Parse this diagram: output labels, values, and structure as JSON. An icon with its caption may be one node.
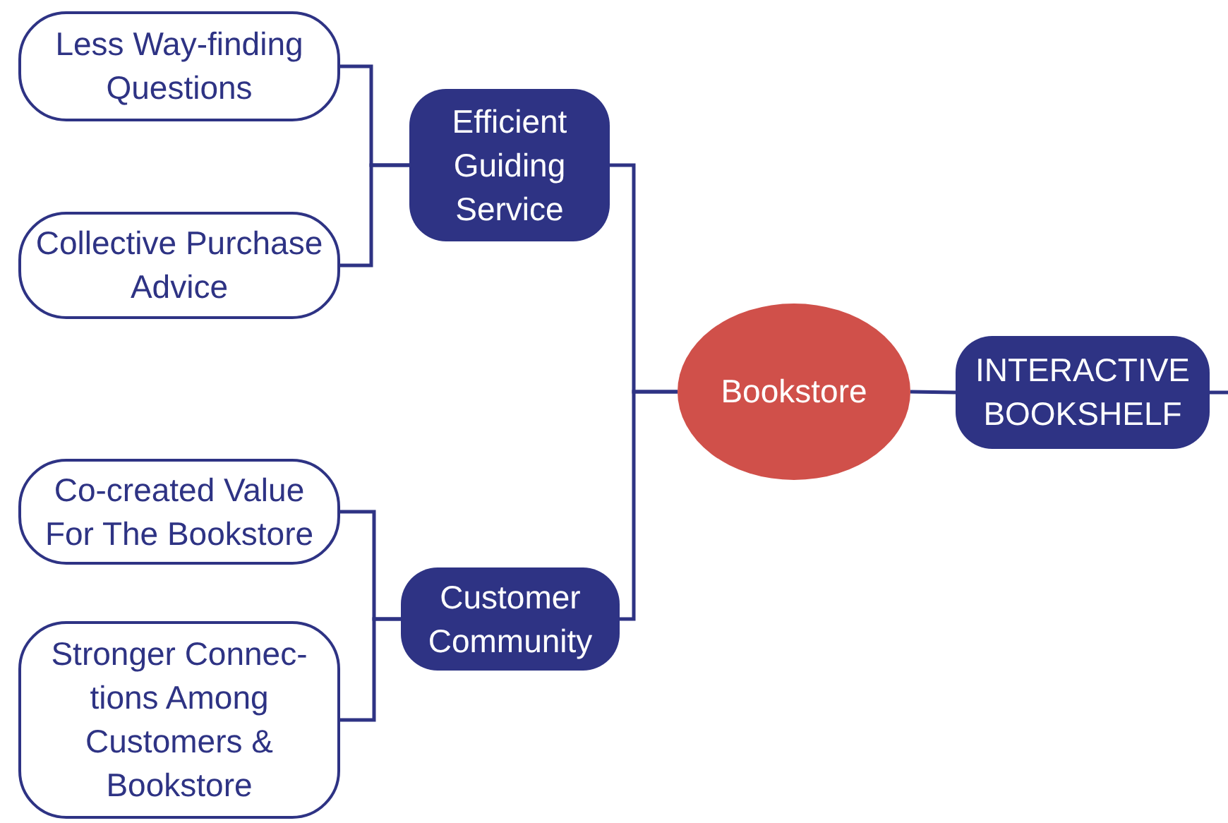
{
  "diagram": {
    "nodes": [
      {
        "text": [
          "Less Way-finding Questions"
        ]
      },
      {
        "text": [
          "Efficient Guiding Service"
        ]
      },
      {
        "text": [
          "Collective Purchase Advice"
        ]
      },
      {
        "text": [
          "Bookstore"
        ]
      },
      {
        "text": [
          "INTERACTIVE BOOKSHELF"
        ]
      },
      {
        "text": [
          "Co-created Value For The Bookstore"
        ]
      },
      {
        "text": [
          "Customer Community"
        ]
      },
      {
        "text": [
          "Stronger Connec- tions Among Customers & Bookstore"
        ]
      }
    ],
    "edges": [
      {
        "from": 3,
        "to": 1,
        "arrow": "none"
      },
      {
        "from": 3,
        "to": 6,
        "arrow": "none"
      },
      {
        "from": 3,
        "to": 4,
        "arrow": "none"
      },
      {
        "from": 1,
        "to": 0,
        "arrow": "none"
      },
      {
        "from": 1,
        "to": 2,
        "arrow": "none"
      },
      {
        "from": 6,
        "to": 5,
        "arrow": "none"
      },
      {
        "from": 6,
        "to": 7,
        "arrow": "none"
      },
      {
        "from": 4,
        "to": null,
        "arrow": "none"
      }
    ]
  }
}
